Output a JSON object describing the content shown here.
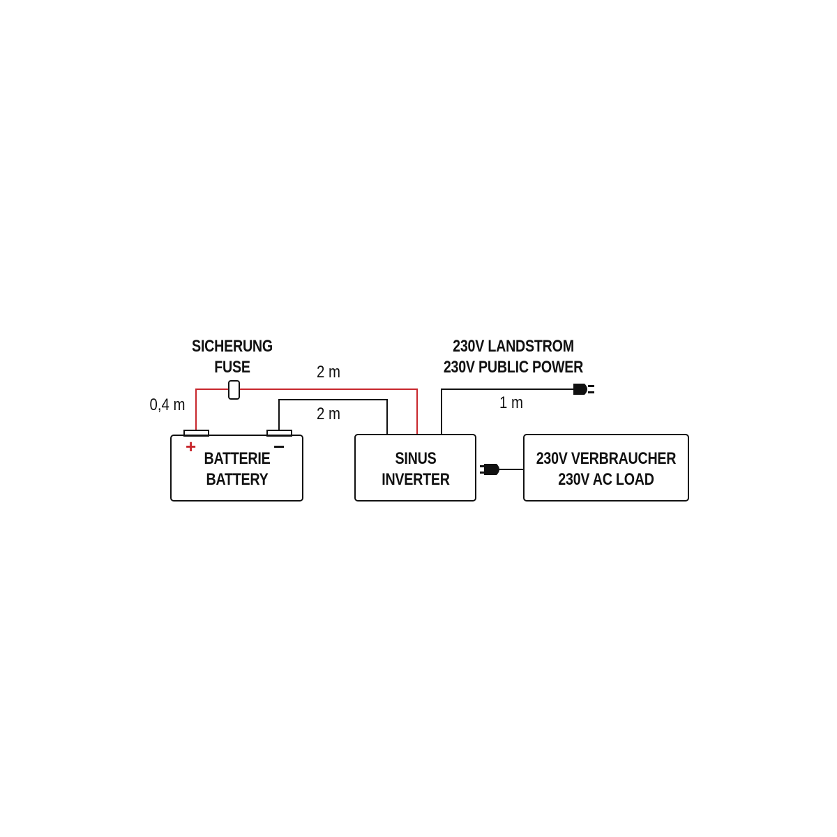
{
  "colors": {
    "line": "#111111",
    "positive_wire": "#c8272d",
    "background": "#ffffff"
  },
  "labels": {
    "fuse_de": "SICHERUNG",
    "fuse_en": "FUSE",
    "public_power_de": "230V LANDSTROM",
    "public_power_en": "230V PUBLIC POWER",
    "battery_de": "BATTERIE",
    "battery_en": "BATTERY",
    "inverter_de": "SINUS",
    "inverter_en": "INVERTER",
    "load_de": "230V VERBRAUCHER",
    "load_en": "230V AC LOAD"
  },
  "measurements": {
    "battery_to_fuse": "0,4 m",
    "fuse_to_inverter": "2 m",
    "negative_wire": "2 m",
    "shore_cable": "1 m"
  },
  "symbols": {
    "positive": "+",
    "negative": "−"
  },
  "icons": [
    "fuse-icon",
    "plug-icon"
  ]
}
